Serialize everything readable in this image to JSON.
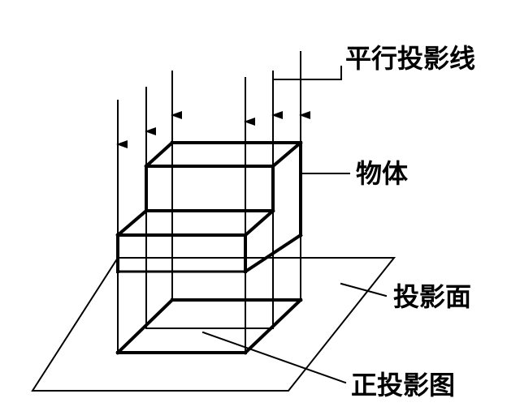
{
  "labels": {
    "parallel_projection_lines": "平行投影线",
    "object": "物体",
    "projection_plane": "投影面",
    "orthographic_projection": "正投影图"
  }
}
